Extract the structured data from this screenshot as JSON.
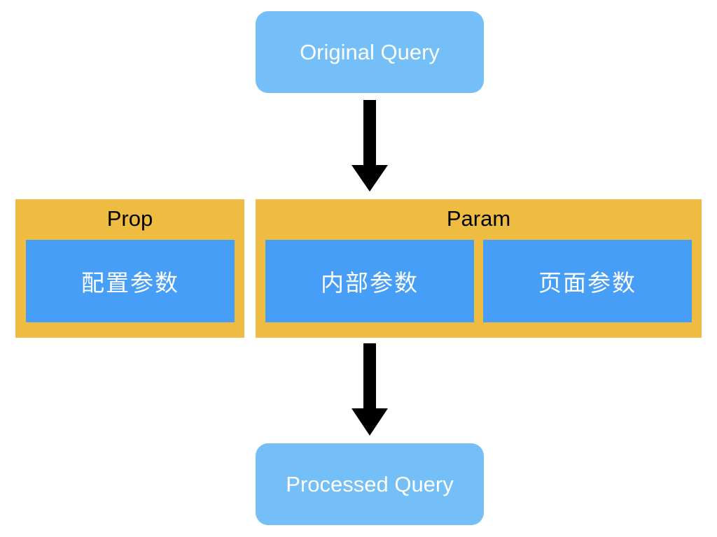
{
  "nodes": {
    "original_query": "Original Query",
    "processed_query": "Processed Query"
  },
  "groups": {
    "prop": {
      "title": "Prop",
      "items": [
        "配置参数"
      ]
    },
    "param": {
      "title": "Param",
      "items": [
        "内部参数",
        "页面参数"
      ]
    }
  },
  "colors": {
    "query_box": "#74bff8",
    "group_bg": "#eebc41",
    "param_box": "#469ef6",
    "arrow": "#000000"
  }
}
